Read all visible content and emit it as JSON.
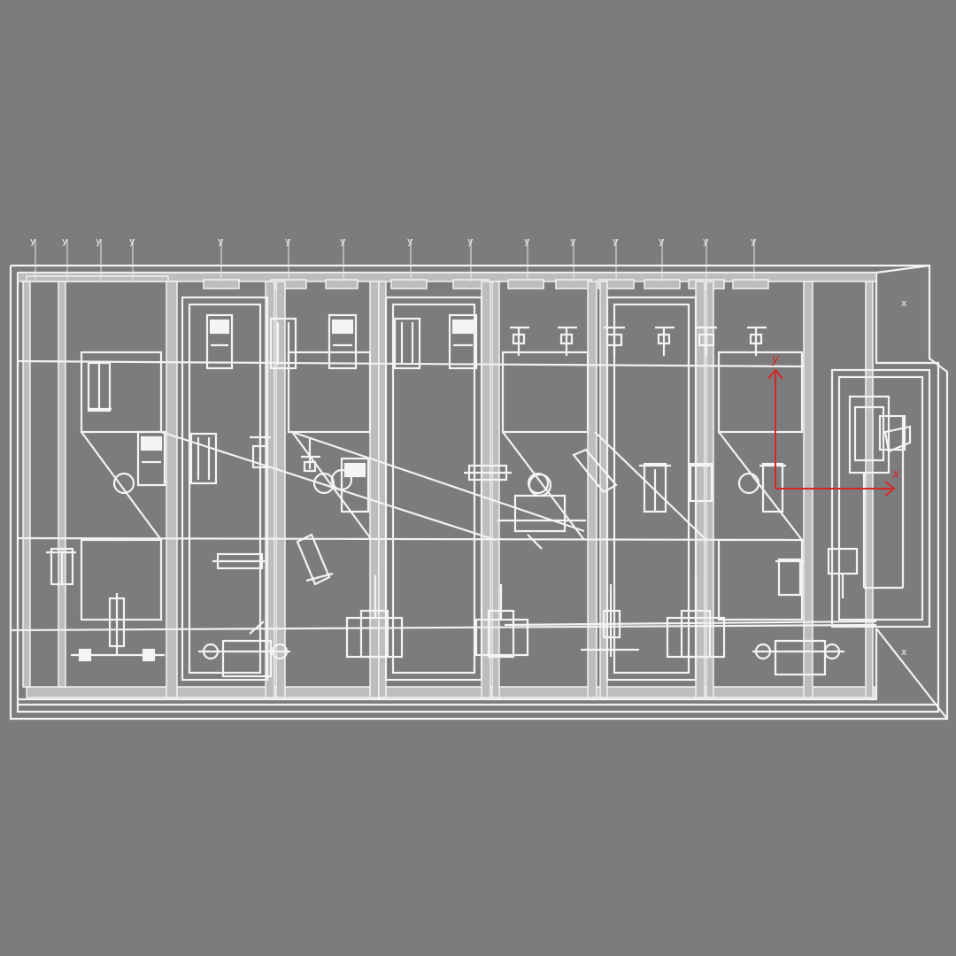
{
  "viewport": {
    "background": "#7c7c7c",
    "line_color": "#f2f2f2",
    "axis_color": "#d42828"
  },
  "gizmo": {
    "x_label": "x",
    "y_label": "y"
  },
  "pivot_labels": {
    "y": "y",
    "x": "x"
  }
}
